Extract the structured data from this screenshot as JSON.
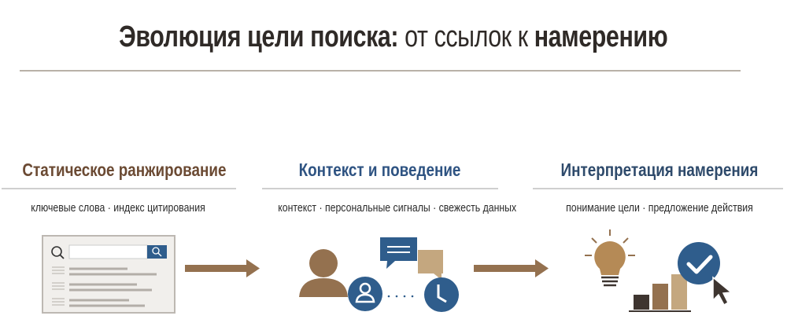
{
  "title": {
    "part1": "Эволюция цели поиска:",
    "part2": " от ссылок к ",
    "part3": "намерению"
  },
  "stages": [
    {
      "title": "Статическое ранжирование",
      "subtitle": "ключевые слова · индекс цитирования",
      "color": "#6b4a33"
    },
    {
      "title": "Контекст и поведение",
      "subtitle": "контекст · персональные сигналы · свежесть данных",
      "color": "#2e5382"
    },
    {
      "title": "Интерпретация намерения",
      "subtitle": "понимание цели · предложение действия",
      "color": "#2e4a6b"
    }
  ],
  "colors": {
    "brown": "#94714f",
    "blue": "#2f5d8c",
    "tan": "#c4a77f",
    "dark": "#3e3530"
  }
}
